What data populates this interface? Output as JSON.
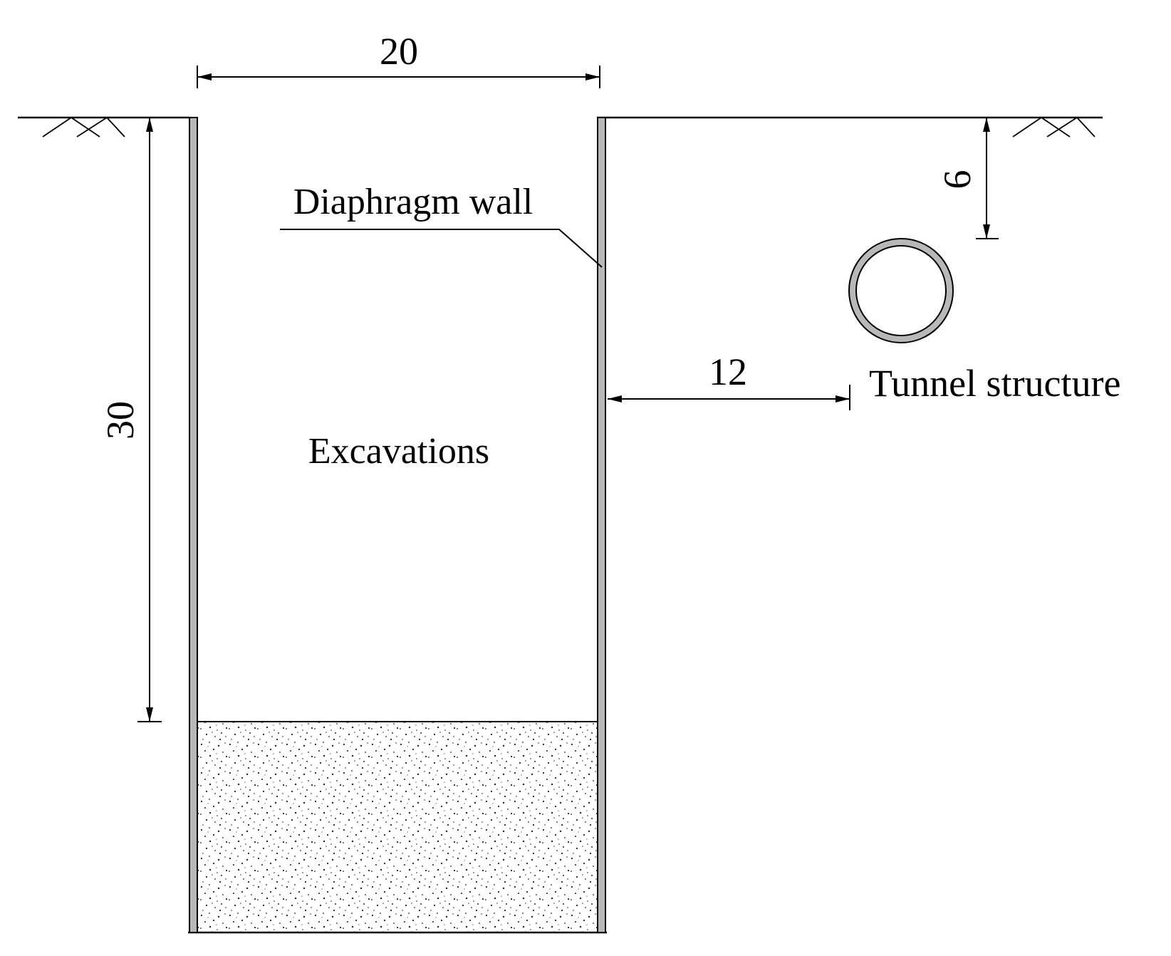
{
  "labels": {
    "width_dim": "20",
    "depth_dim": "30",
    "cover_dim": "6",
    "offset_dim": "12",
    "wall": "Diaphragm wall",
    "excavation": "Excavations",
    "tunnel": "Tunnel structure"
  },
  "colors": {
    "line": "#000000",
    "wall_fill": "#b8b8b8",
    "background": "#ffffff"
  }
}
